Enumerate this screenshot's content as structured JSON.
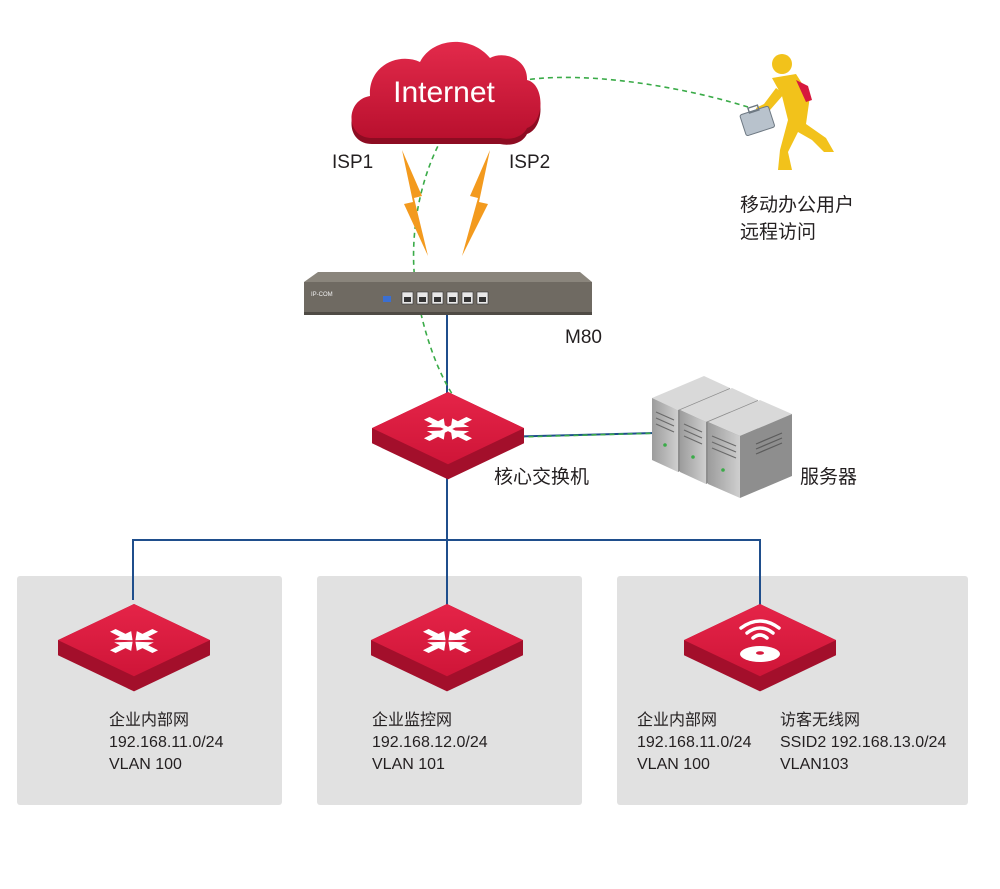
{
  "internet": {
    "label": "Internet"
  },
  "isp": {
    "isp1": "ISP1",
    "isp2": "ISP2"
  },
  "router": {
    "model": "M80",
    "brand": "IP-COM"
  },
  "mobile_user": {
    "line1": "移动办公用户",
    "line2": "远程访问"
  },
  "core_switch": {
    "label": "核心交换机"
  },
  "servers": {
    "label": "服务器"
  },
  "segments": [
    {
      "name": "企业内部网",
      "subnet": "192.168.11.0/24",
      "vlan": "VLAN 100"
    },
    {
      "name": "企业监控网",
      "subnet": "192.168.12.0/24",
      "vlan": "VLAN 101"
    },
    {
      "name": "企业内部网",
      "subnet": "192.168.11.0/24",
      "vlan": "VLAN 100"
    },
    {
      "name": "访客无线网",
      "subnet": "SSID2 192.168.13.0/24",
      "vlan": "VLAN103"
    }
  ],
  "colors": {
    "device_red": "#d7193d",
    "device_dark": "#a30f2b",
    "link_blue": "#1f4e8c",
    "vpn_green": "#3aab48",
    "lightning_orange": "#f39a1e",
    "panel_gray": "#e1e1e1",
    "router_body": "#6f6a62",
    "person_yellow": "#f2c21b"
  }
}
